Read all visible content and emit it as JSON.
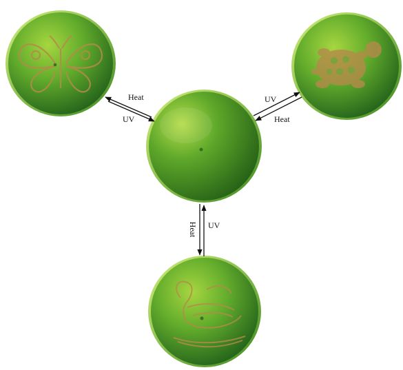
{
  "labels": {
    "left_upper": "Heat",
    "left_lower": "UV",
    "right_upper": "UV",
    "right_lower": "Heat",
    "bottom_left": "Heat",
    "bottom_right": "UV"
  },
  "colors": {
    "background": "#ffffff",
    "dish_light": "#9ccf34",
    "dish_mid": "#58a52a",
    "dish_dark": "#1f5e1a",
    "pattern": "#b58a4a",
    "arrow": "#111111"
  },
  "dishes": [
    {
      "name": "center-dish-blank",
      "pattern": "none"
    },
    {
      "name": "top-left-dish-butterfly",
      "pattern": "butterfly"
    },
    {
      "name": "top-right-dish-turtle",
      "pattern": "turtle"
    },
    {
      "name": "bottom-dish-swan",
      "pattern": "swan"
    }
  ]
}
